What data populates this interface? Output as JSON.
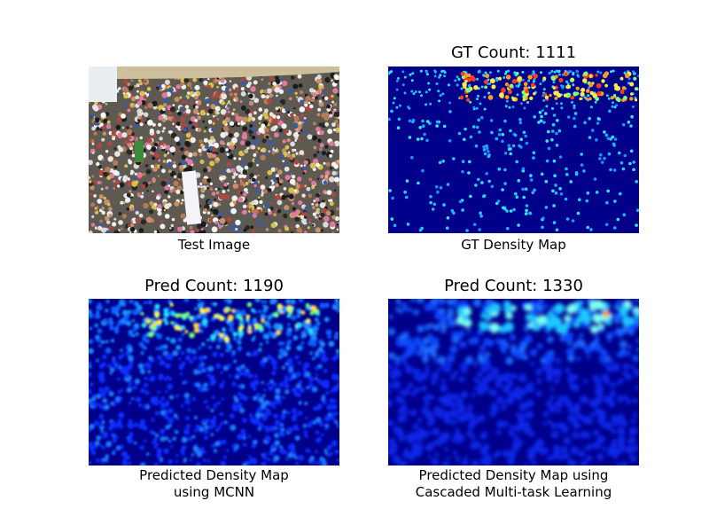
{
  "panels": [
    {
      "title": "",
      "caption": "Test Image"
    },
    {
      "title": "GT Count: 1111",
      "caption": "GT Density Map"
    },
    {
      "title": "Pred Count: 1190",
      "caption": "Predicted Density Map\nusing MCNN"
    },
    {
      "title": "Pred Count: 1330",
      "caption": "Predicted Density Map using\nCascaded Multi-task Learning"
    }
  ],
  "counts": {
    "gt": 1111,
    "mcnn": 1190,
    "cmtl": 1330
  },
  "colors": {
    "jet_background": "#00008b",
    "page_background": "#ffffff"
  }
}
